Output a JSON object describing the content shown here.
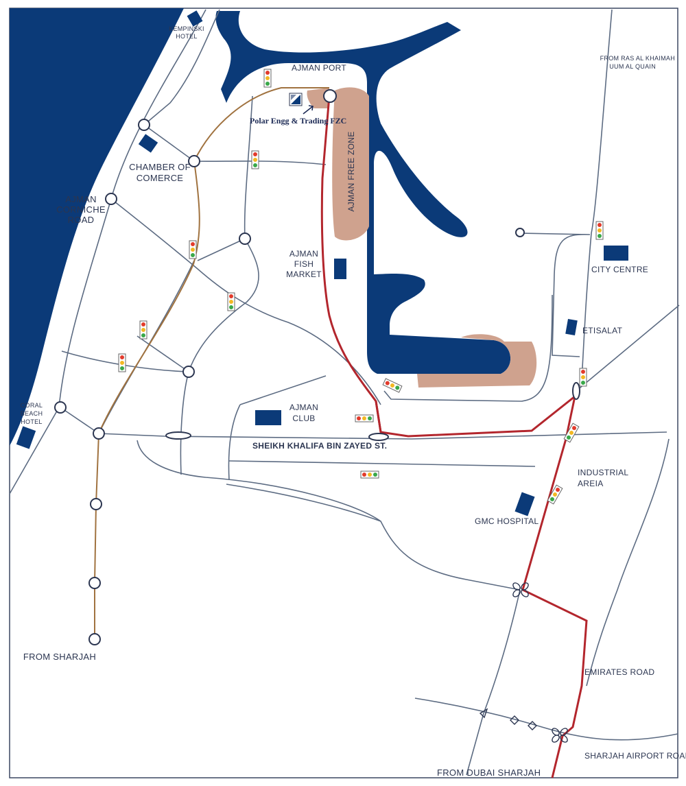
{
  "labels": {
    "kempinski": [
      "KEMPINSKI",
      "HOTEL"
    ],
    "ajman_port": "AJMAN PORT",
    "company": "Polar Engg & Trading FZC",
    "free_zone": "AJMAN FREE ZONE",
    "chamber": [
      "CHAMBER OF",
      "COMERCE"
    ],
    "corniche": [
      "AJMAN",
      "CORNICHE",
      "ROAD"
    ],
    "fish_market": [
      "AJMAN",
      "FISH",
      "MARKET"
    ],
    "from_rak": [
      "FROM RAS AL KHAIMAH",
      "UUM AL QUAIN"
    ],
    "city_centre": "CITY CENTRE",
    "etisalat": "ETISALAT",
    "coral_beach": [
      "CORAL",
      "BEACH",
      "HOTEL"
    ],
    "ajman_club": [
      "AJMAN",
      "CLUB"
    ],
    "sheikh_khalifa": "SHEIKH KHALIFA BIN ZAYED ST.",
    "industrial": [
      "INDUSTRIAL",
      "AREIA"
    ],
    "gmc_hospital": "GMC HOSPITAL",
    "from_sharjah": "FROM SHARJAH",
    "emirates_road": "EMIRATES ROAD",
    "sharjah_airport": "SHARJAH AIRPORT ROAD",
    "from_dubai": "FROM DUBAI SHARJAH"
  },
  "icons": {
    "company_logo": "company-logo-icon",
    "traffic_light": "traffic-light-icon",
    "roundabout": "roundabout-icon",
    "interchange": "cloverleaf-interchange-icon",
    "building": "building-icon"
  },
  "colors": {
    "water": "#0b3a78",
    "free_zone": "#cfa28e",
    "route_main": "#b3262d",
    "route_secondary": "#a0723f",
    "roads": "#5c6b82"
  }
}
